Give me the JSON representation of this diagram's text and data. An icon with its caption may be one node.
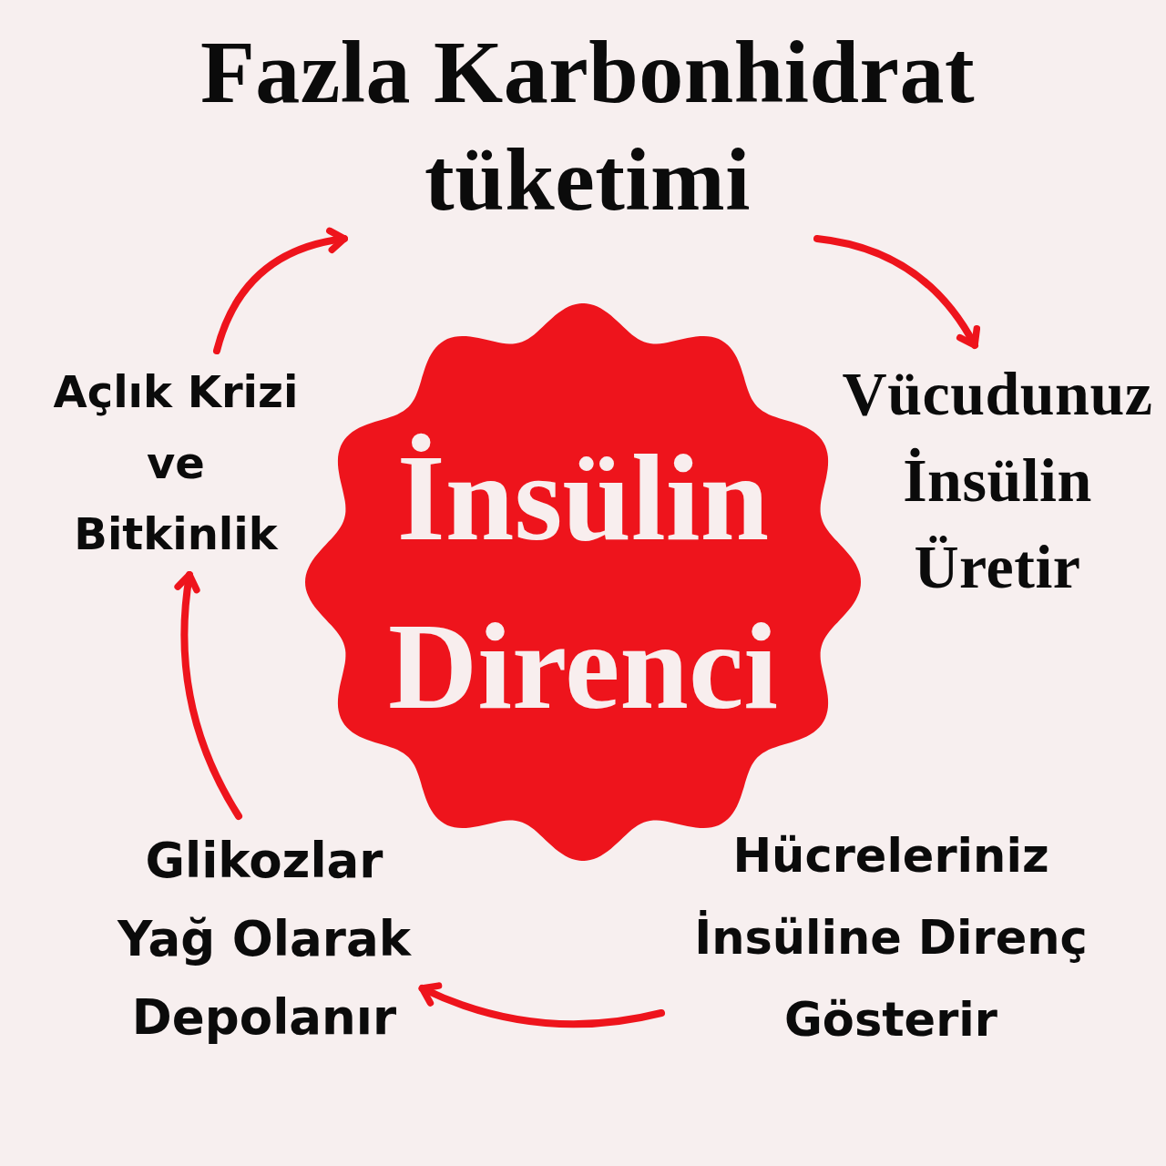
{
  "diagram": {
    "nodes": [
      {
        "text": [
          "Fazla Karbonhidrat tüketimi"
        ]
      },
      {
        "text": [
          "Vücudunuz İnsülin Üretir"
        ]
      },
      {
        "text": [
          "Hücreleriniz İnsüline Direnç Gösterir"
        ]
      },
      {
        "text": [
          "Glikozlar Yağ Olarak Depolanır"
        ]
      },
      {
        "text": [
          "Açlık Krizi ve Bitkinlik"
        ]
      },
      {
        "text": [
          "İnsülin Direnci"
        ]
      }
    ],
    "edges": [
      {
        "from": 0,
        "to": 1,
        "arrow": "to"
      },
      {
        "from": 2,
        "to": 3,
        "arrow": "to"
      },
      {
        "from": 3,
        "to": 4,
        "arrow": "to"
      },
      {
        "from": 4,
        "to": 0,
        "arrow": "to"
      }
    ]
  }
}
